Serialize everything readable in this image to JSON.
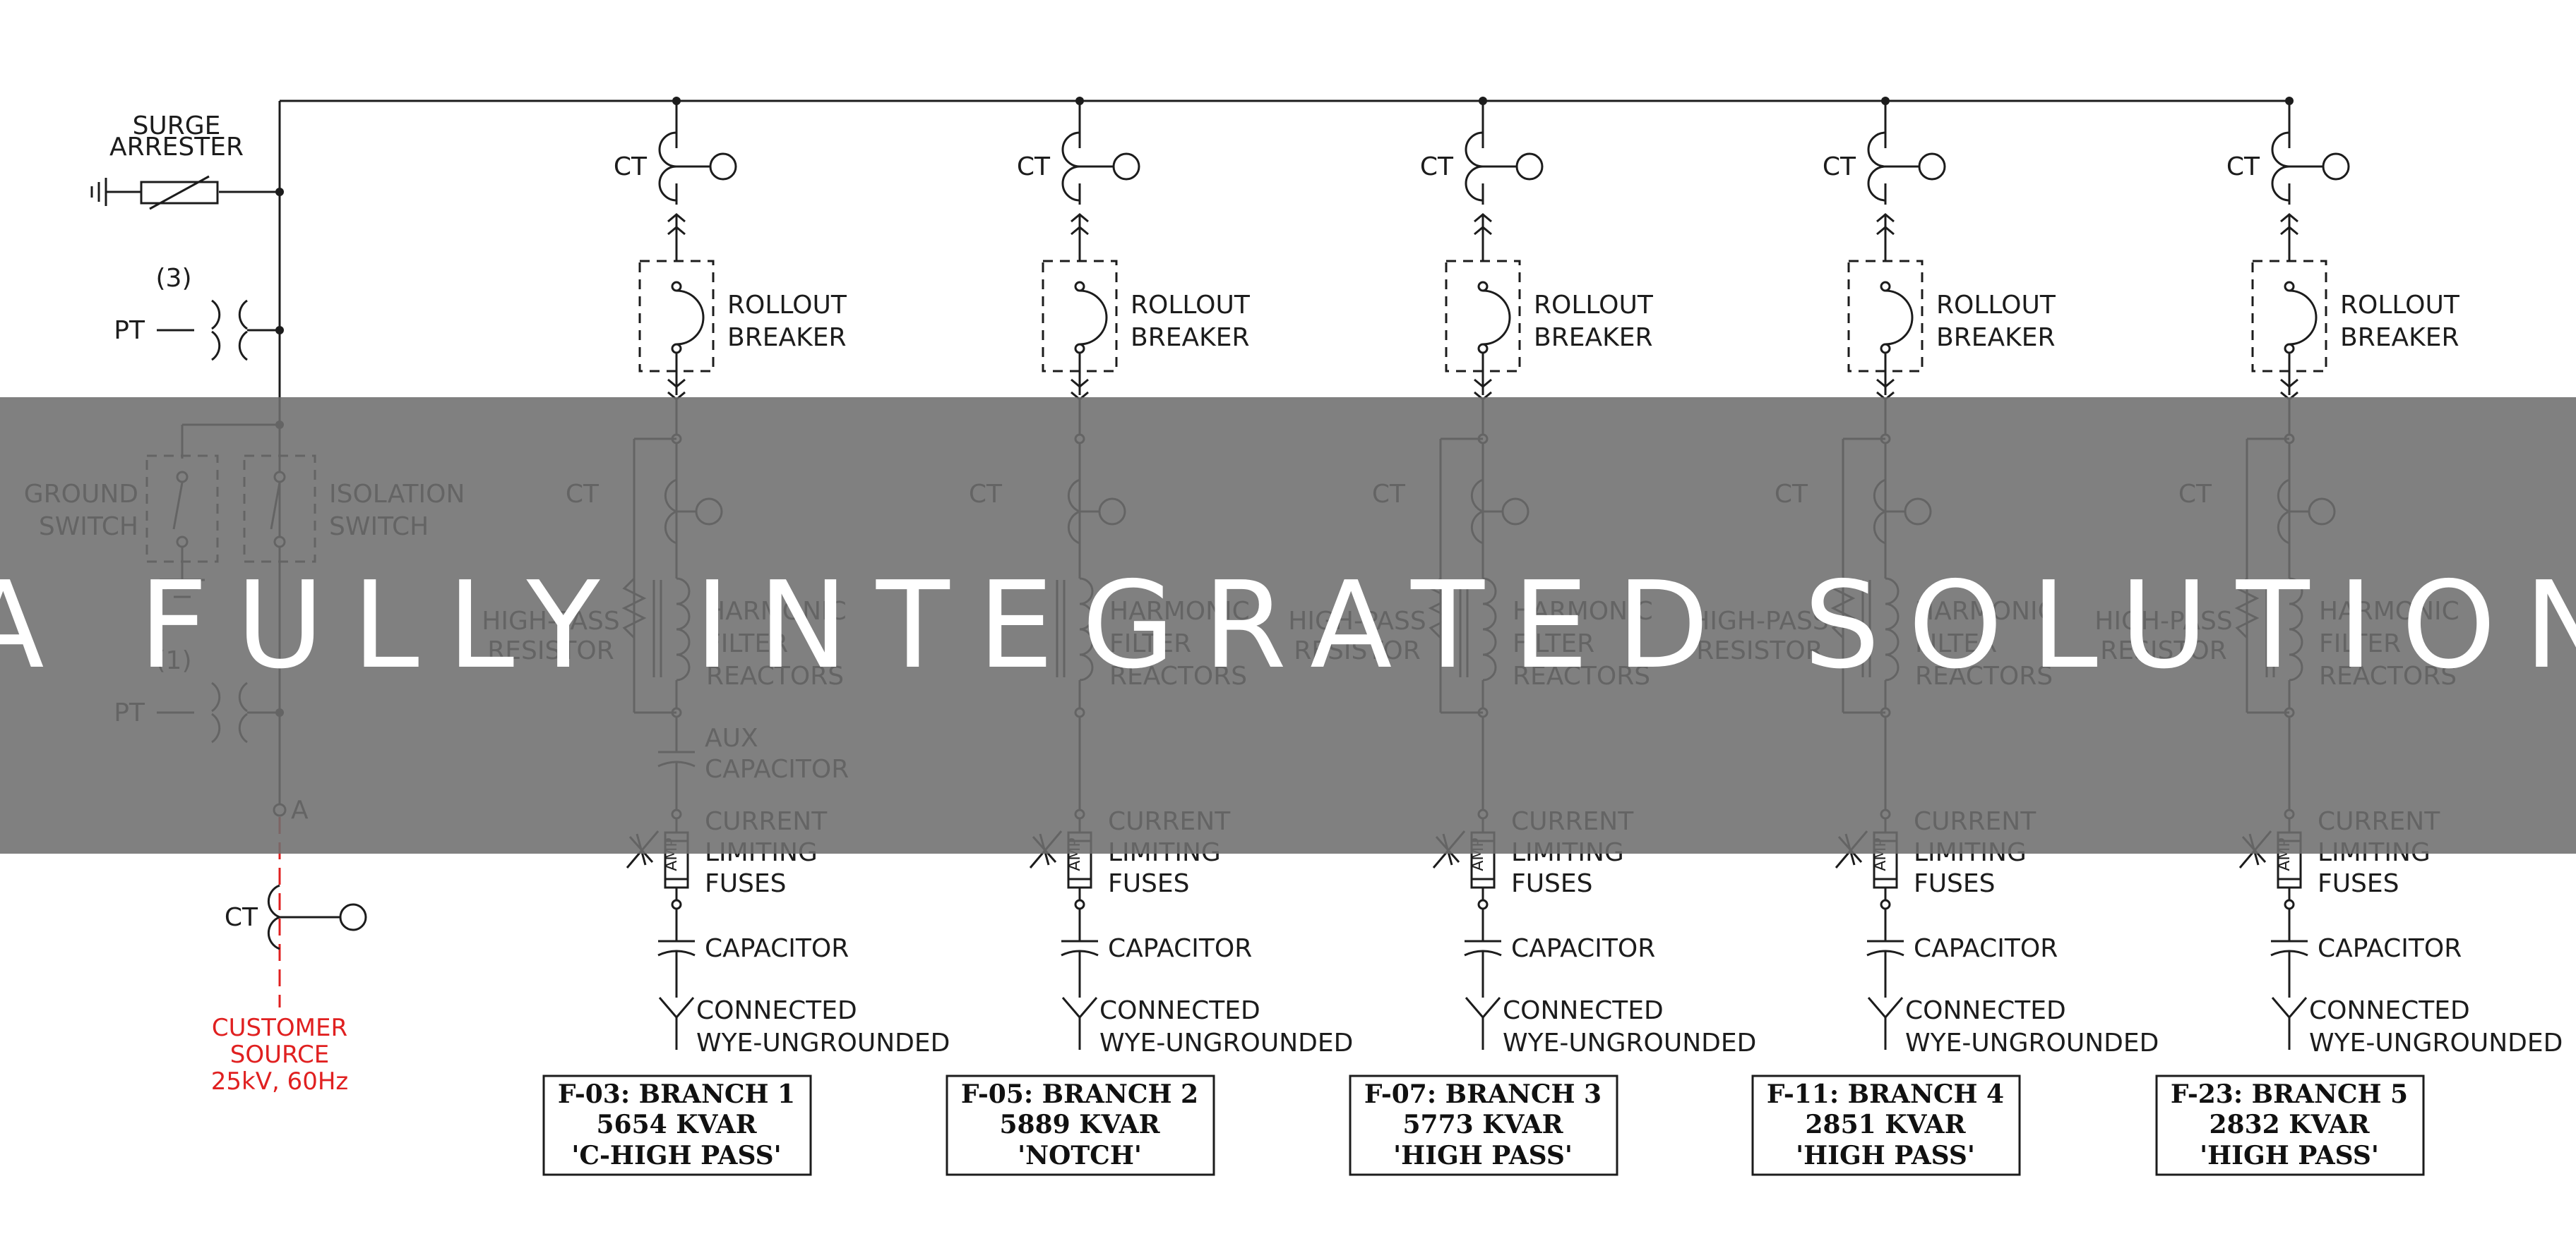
{
  "banner": {
    "title": "A FULLY INTEGRATED SOLUTION"
  },
  "labels": {
    "surge_arrester": [
      "SURGE",
      "ARRESTER"
    ],
    "pt": "PT",
    "pt_count_top": "(3)",
    "pt_count_bottom": "(1)",
    "ground_switch": [
      "GROUND",
      "SWITCH"
    ],
    "isolation_switch": [
      "ISOLATION",
      "SWITCH"
    ],
    "point_a": "A",
    "ct": "CT",
    "customer_source": [
      "CUSTOMER",
      "SOURCE",
      "25kV, 60Hz"
    ],
    "rollout_breaker": [
      "ROLLOUT",
      "BREAKER"
    ],
    "high_pass_resistor": [
      "HIGH-PASS",
      "RESISTOR"
    ],
    "harmonic_filter_reactors": [
      "HARMONIC",
      "FILTER",
      "REACTORS"
    ],
    "aux_capacitor": [
      "AUX",
      "CAPACITOR"
    ],
    "current_limiting_fuses": [
      "CURRENT",
      "LIMITING",
      "FUSES"
    ],
    "fuse_mark": "AMP",
    "capacitor": "CAPACITOR",
    "connected_wye": [
      "CONNECTED",
      "WYE-UNGROUNDED"
    ]
  },
  "branches": [
    {
      "id": "F-03: BRANCH 1",
      "kvar": "5654 KVAR",
      "type": "'C-HIGH PASS'",
      "has_resistor": true,
      "has_aux_cap": true
    },
    {
      "id": "F-05: BRANCH 2",
      "kvar": "5889 KVAR",
      "type": "'NOTCH'",
      "has_resistor": false,
      "has_aux_cap": false
    },
    {
      "id": "F-07: BRANCH 3",
      "kvar": "5773 KVAR",
      "type": "'HIGH PASS'",
      "has_resistor": true,
      "has_aux_cap": false
    },
    {
      "id": "F-11: BRANCH 4",
      "kvar": "2851 KVAR",
      "type": "'HIGH PASS'",
      "has_resistor": true,
      "has_aux_cap": false
    },
    {
      "id": "F-23: BRANCH 5",
      "kvar": "2832 KVAR",
      "type": "'HIGH PASS'",
      "has_resistor": true,
      "has_aux_cap": false
    }
  ],
  "colors": {
    "line": "#1c1c1c",
    "source": "#e02020",
    "banner": "#6e6e6e",
    "banner_text": "#ffffff"
  }
}
